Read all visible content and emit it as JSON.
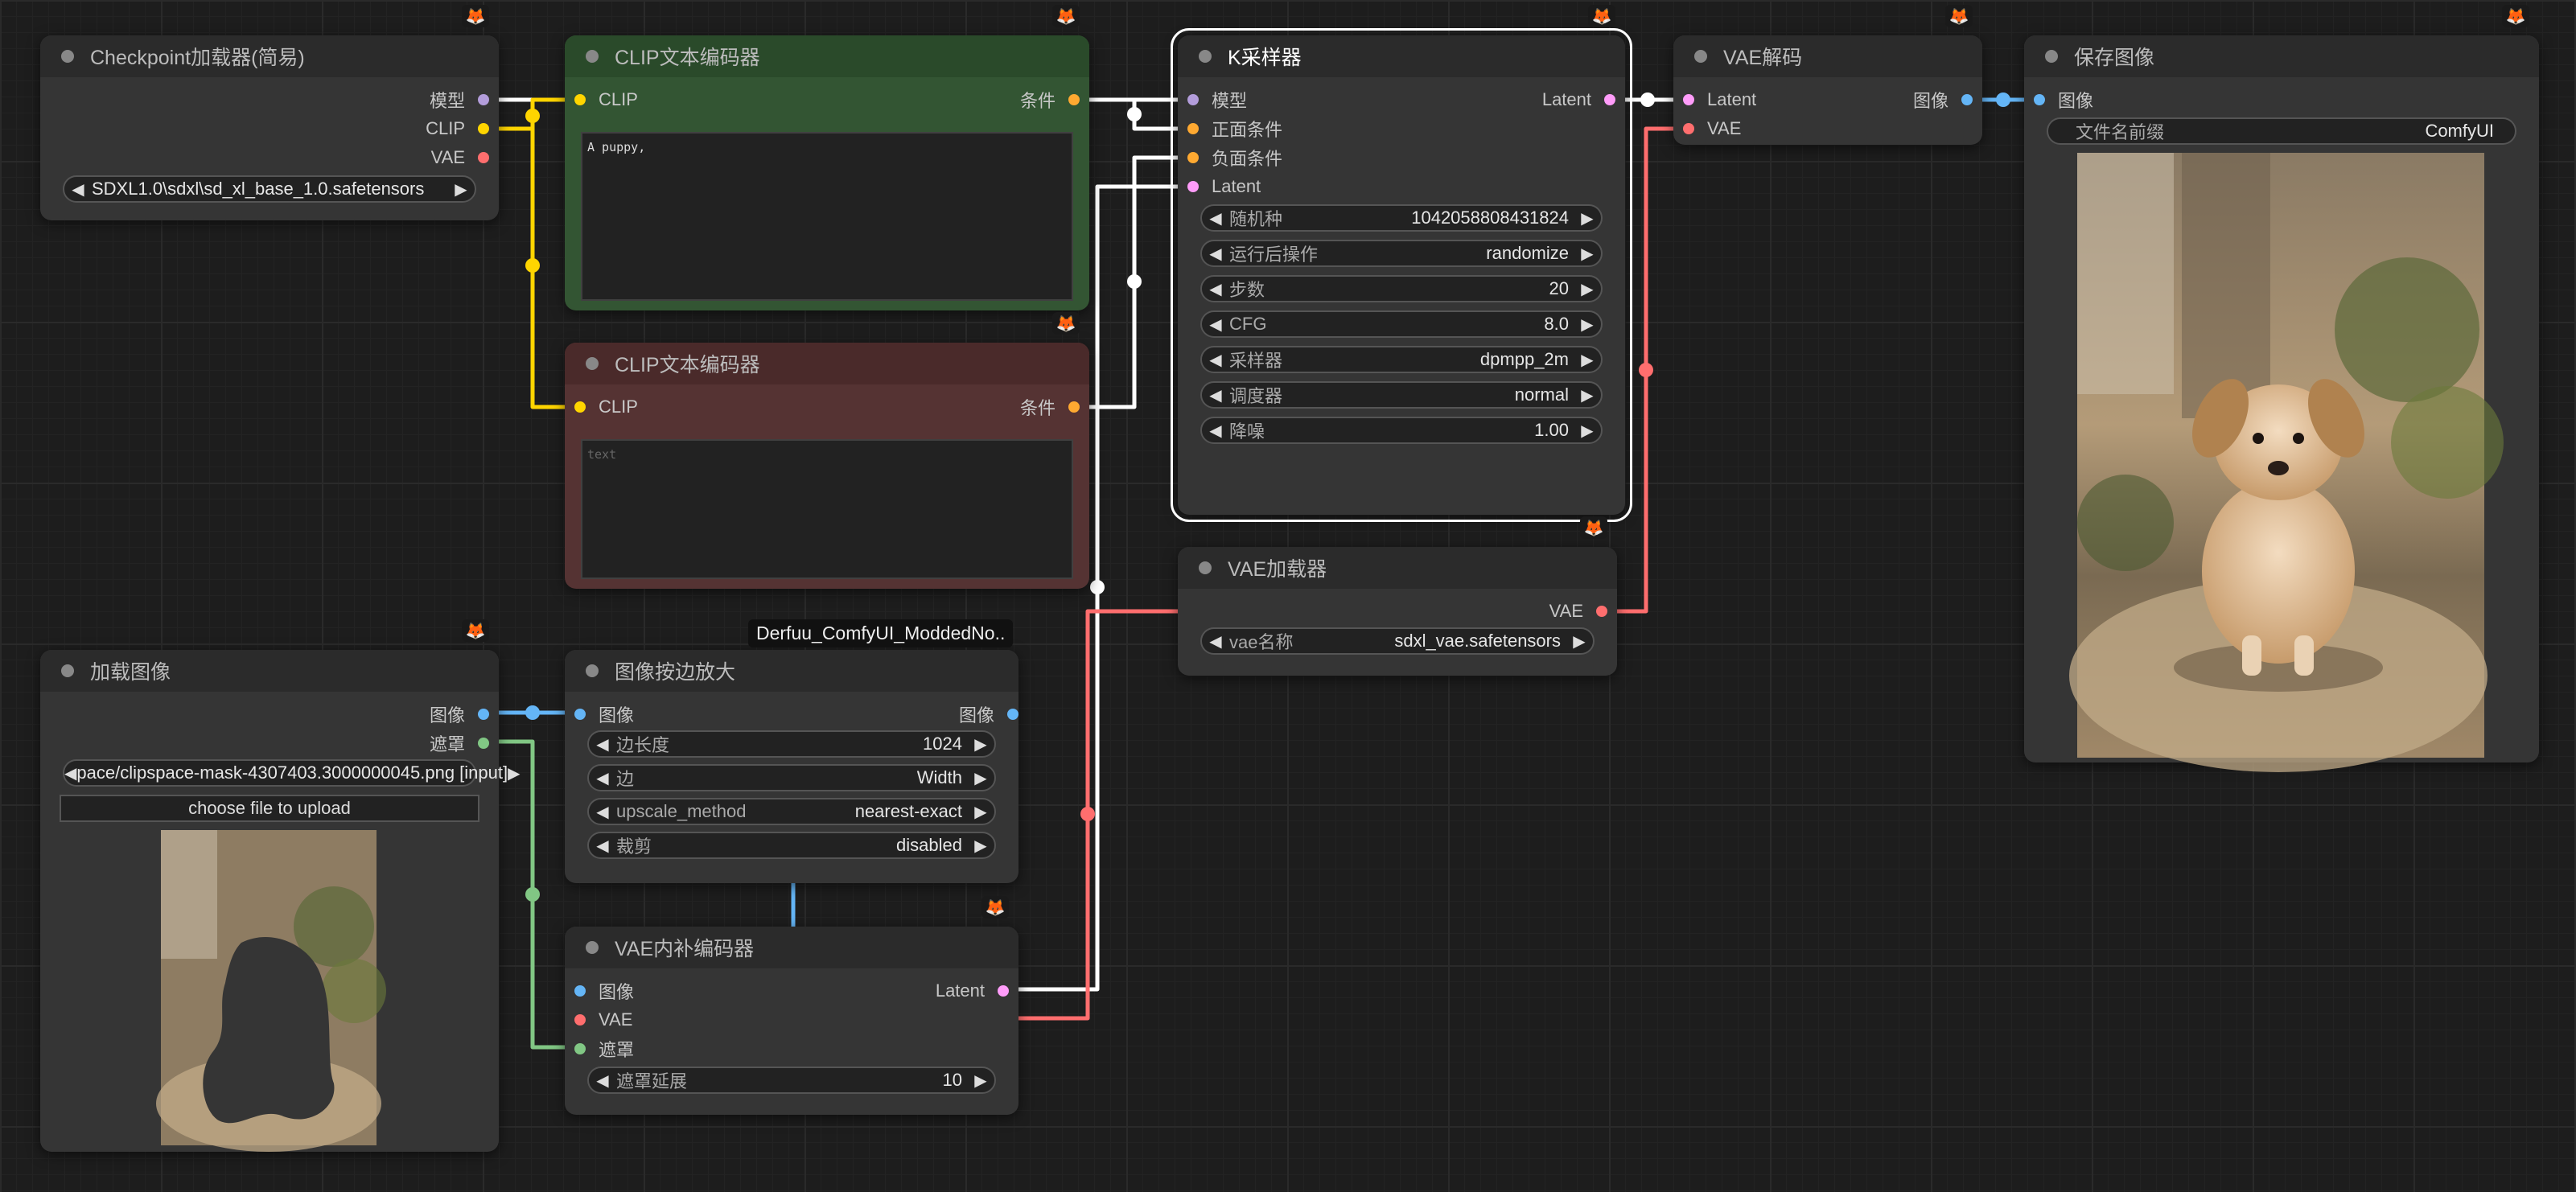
{
  "colors": {
    "model": "#b39ddb",
    "clip": "#ffd500",
    "vae": "#ff6e6e",
    "cond": "#ffa931",
    "latent": "#ff9cf9",
    "image": "#64b5f6",
    "mask": "#81c784",
    "link": "#ffffff"
  },
  "icons": {
    "badge": "fox-icon",
    "arrow_left": "triangle-left-icon",
    "arrow_right": "triangle-right-icon"
  },
  "nodes": {
    "ckpt": {
      "title": "Checkpoint加载器(简易)",
      "out_model": "模型",
      "out_clip": "CLIP",
      "out_vae": "VAE",
      "w_ckpt_value": "SDXL1.0\\sdxl\\sd_xl_base_1.0.safetensors"
    },
    "clip_pos": {
      "title": "CLIP文本编码器",
      "in_clip": "CLIP",
      "out_cond": "条件",
      "text": "A puppy,"
    },
    "clip_neg": {
      "title": "CLIP文本编码器",
      "in_clip": "CLIP",
      "out_cond": "条件",
      "placeholder": "text"
    },
    "ksampler": {
      "title": "K采样器",
      "in_model": "模型",
      "in_pos": "正面条件",
      "in_neg": "负面条件",
      "in_latent": "Latent",
      "out_latent": "Latent",
      "widgets": [
        {
          "label": "随机种",
          "value": "1042058808431824"
        },
        {
          "label": "运行后操作",
          "value": "randomize"
        },
        {
          "label": "步数",
          "value": "20"
        },
        {
          "label": "CFG",
          "value": "8.0"
        },
        {
          "label": "采样器",
          "value": "dpmpp_2m"
        },
        {
          "label": "调度器",
          "value": "normal"
        },
        {
          "label": "降噪",
          "value": "1.00"
        }
      ]
    },
    "vaedec": {
      "title": "VAE解码",
      "in_latent": "Latent",
      "in_vae": "VAE",
      "out_image": "图像"
    },
    "save": {
      "title": "保存图像",
      "in_image": "图像",
      "w_label": "文件名前缀",
      "w_value": "ComfyUI"
    },
    "vaeloader": {
      "title": "VAE加载器",
      "out_vae": "VAE",
      "w_label": "vae名称",
      "w_value": "sdxl_vae.safetensors"
    },
    "loadimg": {
      "title": "加载图像",
      "out_image": "图像",
      "out_mask": "遮罩",
      "w_value": "pace/clipspace-mask-4307403.3000000045.png [input]",
      "upload": "choose file to upload"
    },
    "scale": {
      "title": "图像按边放大",
      "tag": "Derfuu_ComfyUI_ModdedNo..",
      "in_image": "图像",
      "out_image": "图像",
      "widgets": [
        {
          "label": "边长度",
          "value": "1024"
        },
        {
          "label": "边",
          "value": "Width"
        },
        {
          "label": "upscale_method",
          "value": "nearest-exact"
        },
        {
          "label": "裁剪",
          "value": "disabled"
        }
      ]
    },
    "inpaint": {
      "title": "VAE内补编码器",
      "in_image": "图像",
      "in_vae": "VAE",
      "in_mask": "遮罩",
      "out_latent": "Latent",
      "w_label": "遮罩延展",
      "w_value": "10"
    }
  }
}
